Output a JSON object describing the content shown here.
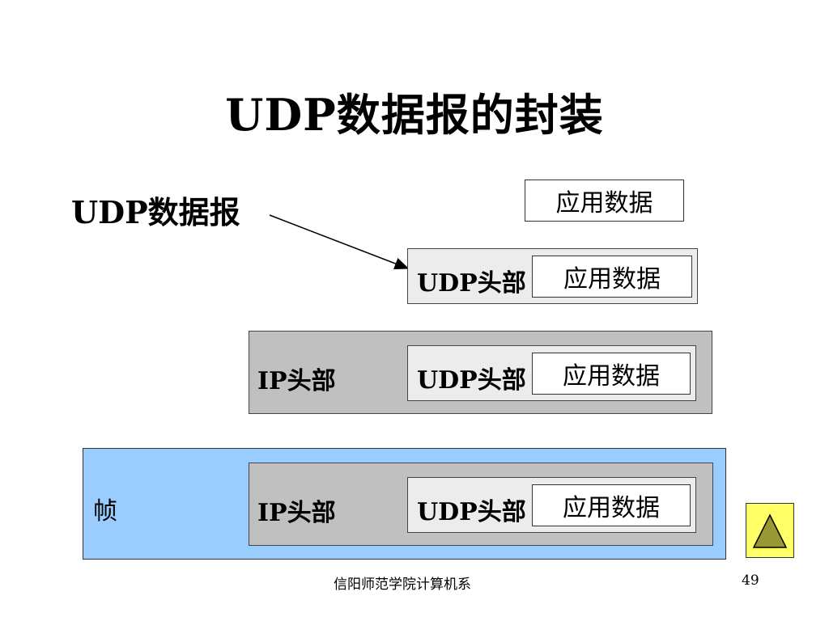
{
  "slide": {
    "title": "UDP数据报的封装",
    "udp_datagram_label": "UDP数据报",
    "app_data_label": "应用数据",
    "udp_header_label": "UDP头部",
    "ip_header_label": "IP头部",
    "frame_label": "帧",
    "footer_text": "信阳师范学院计算机系",
    "page_number": "49"
  },
  "colors": {
    "frame_fill": "#99ccff",
    "ip_packet_fill": "#c0c0c0",
    "udp_datagram_fill": "#ececec",
    "nav_button_fill": "#ffff66",
    "nav_triangle_fill": "#999933"
  },
  "nav": {
    "icon": "triangle-up-icon"
  }
}
